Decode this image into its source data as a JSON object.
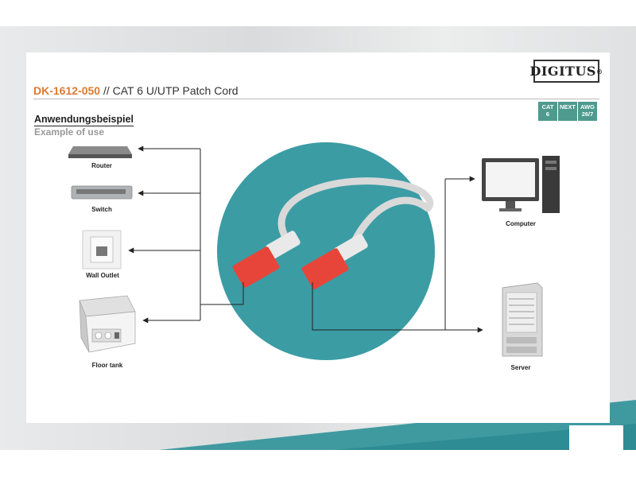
{
  "brand": {
    "logo_text": "DIGITUS",
    "registered": "®"
  },
  "product": {
    "code": "DK-1612-050",
    "separator": "//",
    "name": "CAT 6 U/UTP Patch Cord"
  },
  "badges": [
    {
      "line1": "CAT",
      "line2": "6",
      "line3": ""
    },
    {
      "line1": "NEXT",
      "line2": "",
      "line3": ""
    },
    {
      "line1": "AWG",
      "line2": "26/7",
      "line3": ""
    }
  ],
  "headings": {
    "title_de": "Anwendungsbeispiel",
    "title_en": "Example of use"
  },
  "devices_left": [
    "Router",
    "Switch",
    "Wall Outlet",
    "Floor tank"
  ],
  "devices_right": [
    "Computer",
    "Server"
  ],
  "colors": {
    "accent_orange": "#e07a2e",
    "teal": "#3b9ca4",
    "badge_green": "#4f9a8e",
    "connector_red": "#e8453a"
  }
}
